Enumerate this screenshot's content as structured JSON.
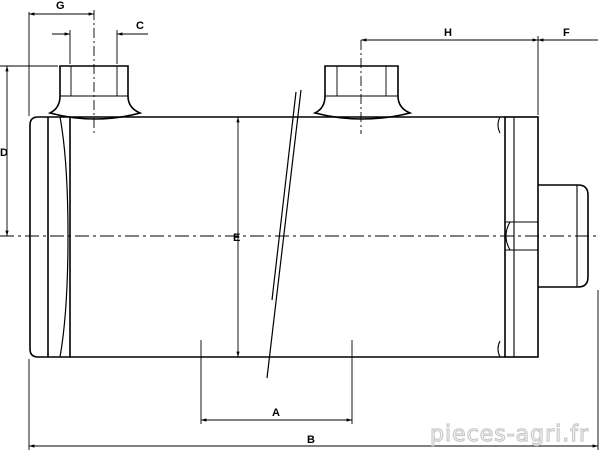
{
  "labels": {
    "A": "A",
    "B": "B",
    "C": "C",
    "D": "D",
    "E": "E",
    "F": "F",
    "G": "G",
    "H": "H"
  },
  "watermark": "pieces-agri.fr",
  "colors": {
    "line": "#000000",
    "watermark_outline": "#c9c9c9",
    "background": "#ffffff"
  }
}
